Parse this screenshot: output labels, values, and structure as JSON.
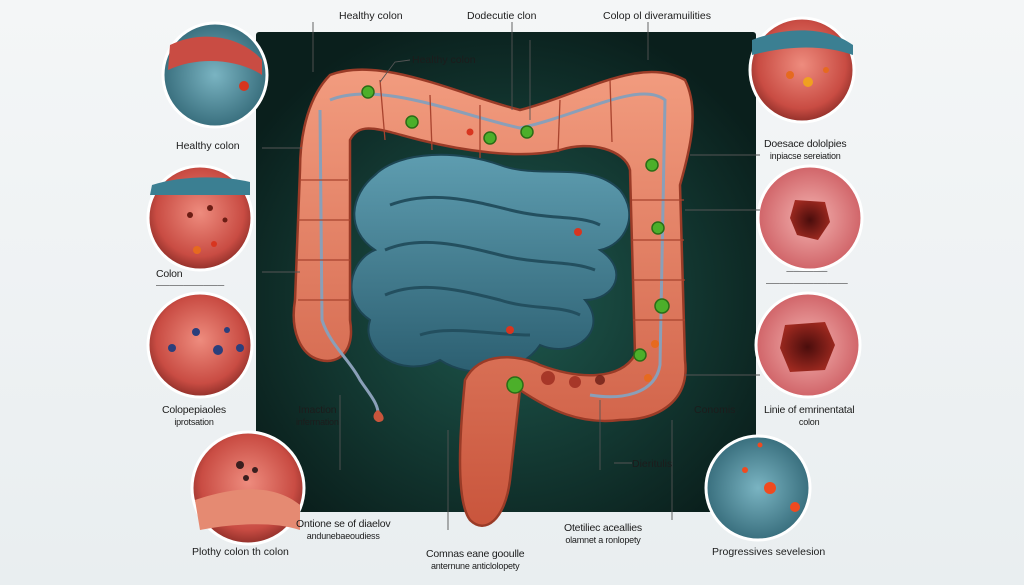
{
  "labels": {
    "healthy_colon_top": "Healthy colon",
    "dodecutie_colon": "Dodecutie clon",
    "colop_diverticulities": "Colop ol diveramuilities",
    "healthy_colon_inner": "Healthy colon",
    "healthy_colon_left": "Healthy colon",
    "disease": {
      "line1": "Doesace dololpies",
      "line2": "inpiacse sereiation"
    },
    "colon_left": {
      "line1": "Colon",
      "line2": "――――――――――"
    },
    "colon_right": {
      "line1": "――――――",
      "line2": "――――――――――――"
    },
    "colopeptiases": {
      "line1": "Colopepiaoles",
      "line2": "iprotsation"
    },
    "innation": {
      "line1": "Imaction",
      "line2": "inferrnation"
    },
    "conomis": "Conomis",
    "linie": {
      "line1": "Linie of emrinentatal",
      "line2": "colon"
    },
    "dietrotulis": "Dieritulis",
    "ontione": {
      "line1": "Ontione se of diaelov",
      "line2": "andunebaeoudiess"
    },
    "comnas": {
      "line1": "Comnas eane gooulle",
      "line2": "anternune anticlolopety"
    },
    "otetiliec": {
      "line1": "Otetiliec aceallies",
      "line2": "olamnet a ronlopety"
    },
    "plothy": "Plothy colon th colon",
    "progressives": "Progressives sevelesion"
  },
  "colors": {
    "colon": "#e07a5f",
    "colon_dark": "#b5442f",
    "small_intestine": "#3f7d92",
    "backdrop": "#0f2f2b",
    "marker_green": "#4caf2a",
    "marker_red": "#d8351f"
  }
}
